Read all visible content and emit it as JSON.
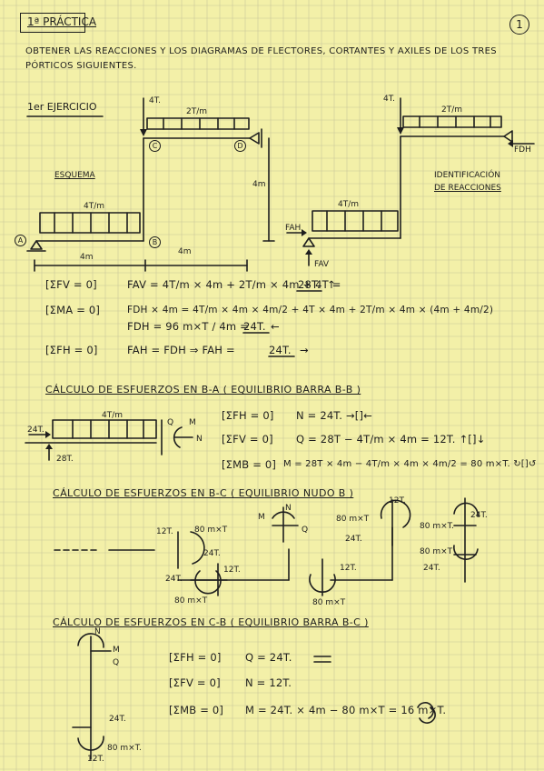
{
  "header": {
    "title": "1ª PRÁCTICA",
    "page_number": "1",
    "statement_line1": "OBTENER LAS REACCIONES Y LOS DIAGRAMAS DE FLECTORES, CORTANTES Y AXILES DE LOS TRES",
    "statement_line2": "PÓRTICOS SIGUIENTES."
  },
  "exercise1": {
    "heading": "1er EJERCICIO",
    "labels": {
      "top_load": "4T.",
      "top_dist": "2T/m",
      "node_C": "C",
      "node_D": "D",
      "node_A": "A",
      "node_B": "B",
      "left_label": "ESQUEMA",
      "bottom_dist": "4T/m",
      "span1": "4m",
      "span2": "4m",
      "height": "4m"
    },
    "ident": {
      "top_load": "4T.",
      "top_dist": "2T/m",
      "FDH": "FDH",
      "bottom_dist": "4T/m",
      "FAH": "FAH",
      "FAV": "FAV",
      "title_line1": "IDENTIFICACIÓN",
      "title_line2": "DE REACCIONES"
    },
    "equations": {
      "eq1_label": "[ΣFV = 0]",
      "eq1_text": "FAV = 4T/m × 4m + 2T/m × 4m + 4T =",
      "eq1_result": "28T.",
      "eq1_arrow": "↑",
      "eq2_label": "[ΣMA = 0]",
      "eq2_text": "FDH × 4m = 4T/m × 4m × 4m/2 + 4T × 4m + 2T/m × 4m × (4m + 4m/2)",
      "eq3_text": "FDH = 96 m×T / 4m =",
      "eq3_result": "24T.",
      "eq3_arrow": "←",
      "eq4_label": "[ΣFH = 0]",
      "eq4_text": "FAH = FDH ⇒ FAH =",
      "eq4_result": "24T.",
      "eq4_arrow": "→"
    }
  },
  "section_BA": {
    "heading": "CÁLCULO DE ESFUERZOS EN B-A ( EQUILIBRIO BARRA B-B )",
    "dist": "4T/m",
    "force_h": "24T.",
    "force_v": "28T.",
    "Q": "Q",
    "M": "M",
    "N": "N",
    "eq1_label": "[ΣFH = 0]",
    "eq1_text": "N = 24T. →[]←",
    "eq2_label": "[ΣFV = 0]",
    "eq2_text": "Q = 28T − 4T/m × 4m = 12T. ↑[]↓",
    "eq3_label": "[ΣMB = 0]",
    "eq3_text": "M = 28T × 4m − 4T/m × 4m × 4m/2 = 80 m×T. ↻[]↺"
  },
  "section_BC": {
    "heading": "CÁLCULO DE ESFUERZOS EN B-C ( EQUILIBRIO NUDO B )",
    "f12a": "12T.",
    "f80a": "80 m×T",
    "f24a": "24T.",
    "f24b": "24T.",
    "f12b": "12T.",
    "f80b": "80 m×T",
    "M": "M",
    "N": "N",
    "Q": "Q",
    "f12c": "12T.",
    "f80c": "80 m×T",
    "f24c": "24T.",
    "f12d": "12T.",
    "f80d": "80 m×T",
    "f80e": "80 m×T.",
    "f24e": "24T.",
    "f80f": "80 m×T",
    "f24f": "24T."
  },
  "section_CB": {
    "heading": "CÁLCULO DE ESFUERZOS EN C-B ( EQUILIBRIO BARRA B-C )",
    "N": "N",
    "M": "M",
    "Q": "Q",
    "f24": "24T.",
    "f80": "80 m×T.",
    "f12": "12T.",
    "eq1_label": "[ΣFH = 0]",
    "eq1_text": "Q = 24T.",
    "eq2_label": "[ΣFV = 0]",
    "eq2_text": "N = 12T.",
    "eq3_label": "[ΣMB = 0]",
    "eq3_text": "M = 24T. × 4m − 80 m×T = 16 m×T."
  }
}
